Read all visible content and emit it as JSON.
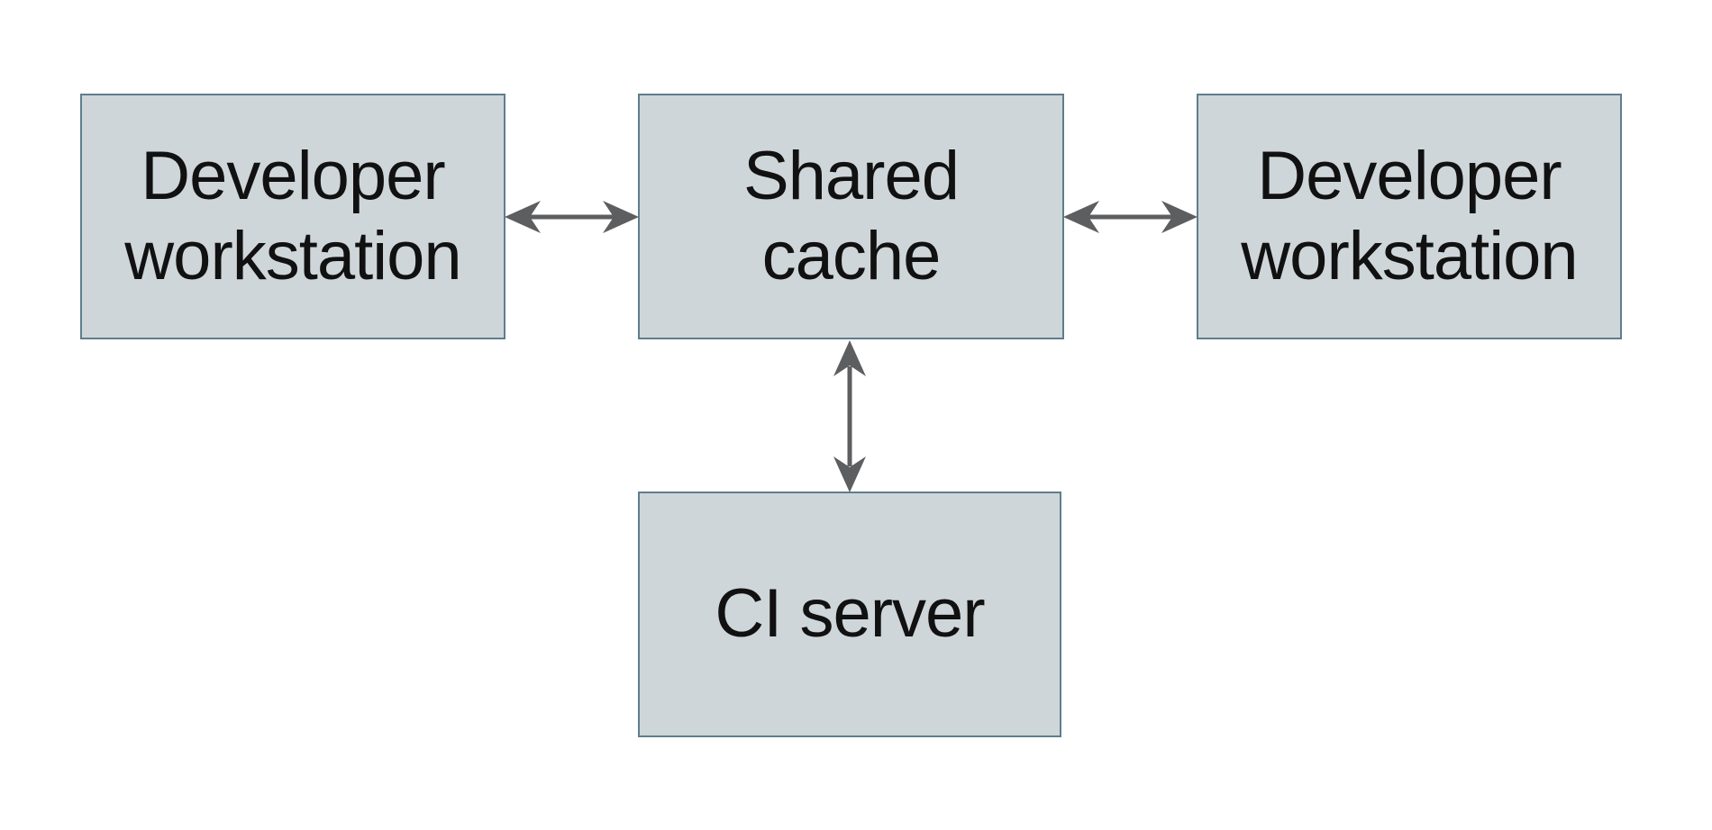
{
  "diagram": {
    "type": "architecture-diagram",
    "description": "Shared cache topology: two developer workstations and a CI server connected bidirectionally to a shared cache",
    "nodes": {
      "dev_left": {
        "label": "Developer workstation",
        "lines": [
          "Developer",
          "workstation"
        ]
      },
      "shared_cache": {
        "label": "Shared cache",
        "lines": [
          "Shared",
          "cache"
        ]
      },
      "dev_right": {
        "label": "Developer workstation",
        "lines": [
          "Developer",
          "workstation"
        ]
      },
      "ci_server": {
        "label": "CI server",
        "lines": [
          "CI server"
        ]
      }
    },
    "edges": [
      {
        "from": "dev_left",
        "to": "shared_cache",
        "direction": "bidirectional"
      },
      {
        "from": "shared_cache",
        "to": "dev_right",
        "direction": "bidirectional"
      },
      {
        "from": "shared_cache",
        "to": "ci_server",
        "direction": "bidirectional"
      }
    ],
    "colors": {
      "background": "#ffffff",
      "box_fill": "#cfd6d9",
      "box_border": "#5f7d8b",
      "arrow": "#5d5e60",
      "text": "#111111"
    }
  }
}
